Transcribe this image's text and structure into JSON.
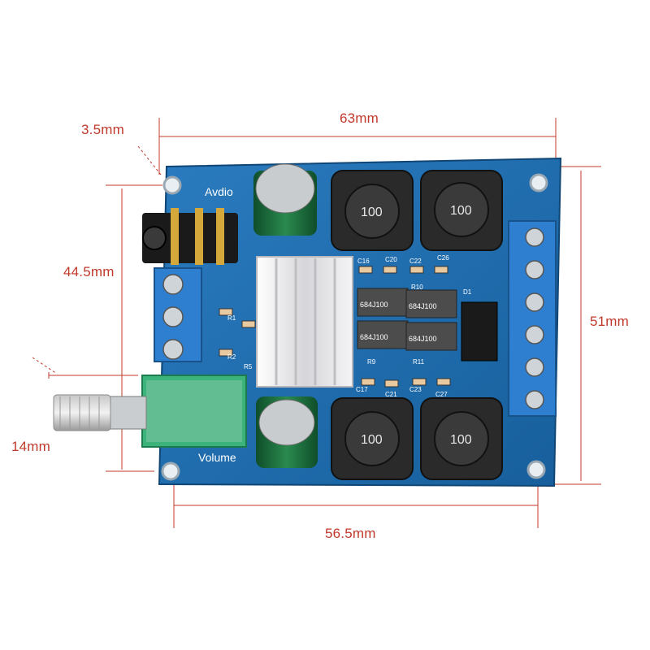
{
  "image": {
    "subject": "TPA3116-style dual channel audio amplifier board photo with dimension annotations",
    "colors": {
      "background": "#ffffff",
      "pcb": "#1f6fb0",
      "pcb_dark": "#14507f",
      "terminal": "#2f7fd0",
      "dimension": "#c0392b",
      "potentiometer": "#3bb37a",
      "heatsink": "#e8e8ea",
      "inductor": "#2a2a2a",
      "capacitor": "#1c6a3a"
    }
  },
  "dimensions": {
    "width_top": "63mm",
    "hole_offset": "3.5mm",
    "height_left": "44.5mm",
    "height_right": "51mm",
    "knob": "14mm",
    "hole_spacing": "56.5mm"
  },
  "board": {
    "label_audio": "Avdio",
    "label_volume": "Volume",
    "caps": {
      "c16": "C16",
      "c20": "C20",
      "c22": "C22",
      "c26": "C26",
      "c17": "C17",
      "c21": "C21",
      "c23": "C23",
      "c27": "C27"
    },
    "resistors": {
      "r9": "R9",
      "r10": "R10",
      "r11": "R11",
      "r1": "R1",
      "r2": "R2",
      "r5": "R5",
      "d1": "D1"
    },
    "chip_caps": [
      "684J100",
      "684J100",
      "684J100",
      "684J100"
    ],
    "inductors": [
      "100",
      "100",
      "100",
      "100"
    ]
  }
}
